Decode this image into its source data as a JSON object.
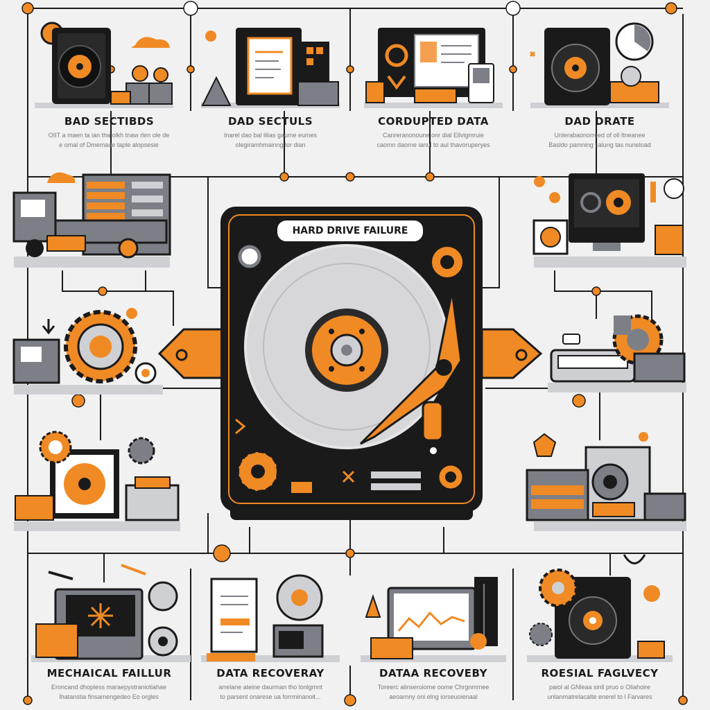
{
  "title": "HARD DRIVE FAILURE",
  "colors": {
    "accent": "#f08a24",
    "dark": "#1a1a1a",
    "grey": "#7d7f86",
    "bg": "#f1f1f2"
  },
  "panels": [
    {
      "label": "BAD SECTIBDS",
      "desc": [
        "OIIT a maen ta ian tha olkh tnaw rlen ole de",
        "e omal of Dmemaue taple alopsesie"
      ]
    },
    {
      "label": "DAD SECTULS",
      "desc": [
        "Inarel dao bal lilias gaume eumes",
        "olegiramhmainng lor dian"
      ]
    },
    {
      "label": "CORDUPTED DATA",
      "desc": [
        "Canreranonoune onr dial Ellvigmruie",
        "caomn daorne ianul to aul thavoruperyes"
      ]
    },
    {
      "label": "DAD DRATE",
      "desc": [
        "Unlerabaonorreed of oll ltneanee",
        "Basldo pamning calung tas nuneload"
      ]
    },
    {
      "label": "MECHAICAL FAILLUR",
      "desc": [
        "Eroncand dhopless maraepystraniotiahae",
        "Ihatanstia finsamengedeo Eo orgles"
      ]
    },
    {
      "label": "DATA RECOVERAY",
      "desc": [
        "arrelane ateine daurman tho lonlgmnt",
        "to parsent onarese ua forrminanoit..."
      ]
    },
    {
      "label": "DATAA RECOVEBY",
      "desc": [
        "Toreerc alinseroiome oome Chrgnmmee",
        "aeoarnny oni elng iorseuoienaal"
      ]
    },
    {
      "label": "ROESIAL FAGLVECY",
      "desc": [
        "paiol al GNleaa sinll pruo o Oliahoire",
        "unlanmatrelacalte enerel to l Farvares"
      ]
    }
  ]
}
